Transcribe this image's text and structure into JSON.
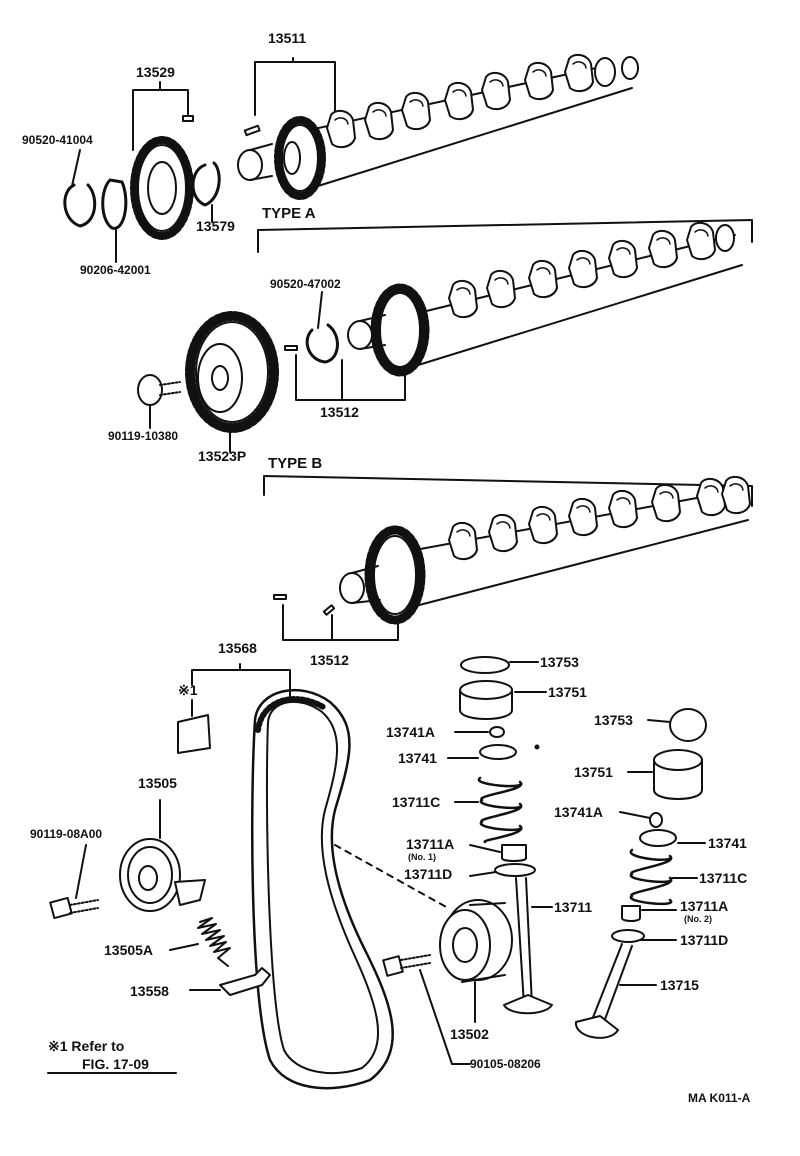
{
  "colors": {
    "ink": "#111111",
    "paper": "#ffffff"
  },
  "camshaft_assembly": {
    "part_13511": "13511",
    "part_13529": "13529",
    "part_90520_41004": "90520-41004",
    "part_13579": "13579",
    "part_90206_42001": "90206-42001"
  },
  "type_a": {
    "heading": "TYPE A",
    "part_90520_47002": "90520-47002",
    "part_13512": "13512",
    "part_90119_10380": "90119-10380",
    "part_13523P": "13523P"
  },
  "type_b": {
    "heading": "TYPE B",
    "part_13512": "13512"
  },
  "timing_belt": {
    "part_13568": "13568",
    "ref_mark": "※1",
    "part_13505": "13505",
    "part_90119_08A00": "90119-08A00",
    "part_13505A": "13505A",
    "part_13558": "13558",
    "part_13502": "13502",
    "part_90105_08206": "90105-08206"
  },
  "valve_train": {
    "part_13753_a": "13753",
    "part_13751_a": "13751",
    "part_13741A_a": "13741A",
    "part_13741_a": "13741",
    "part_13711C_a": "13711C",
    "part_13711A_a": "13711A",
    "note_no1": "(No. 1)",
    "part_13711D_a": "13711D",
    "part_13711": "13711",
    "part_13753_b": "13753",
    "part_13751_b": "13751",
    "part_13741A_b": "13741A",
    "part_13741_b": "13741",
    "part_13711C_b": "13711C",
    "part_13711A_b": "13711A",
    "note_no2": "(No. 2)",
    "part_13711D_b": "13711D",
    "part_13715": "13715"
  },
  "footnote": {
    "line1": "※1 Refer to",
    "line2": "FIG. 17-09"
  },
  "figure_code": "MA K011-A"
}
